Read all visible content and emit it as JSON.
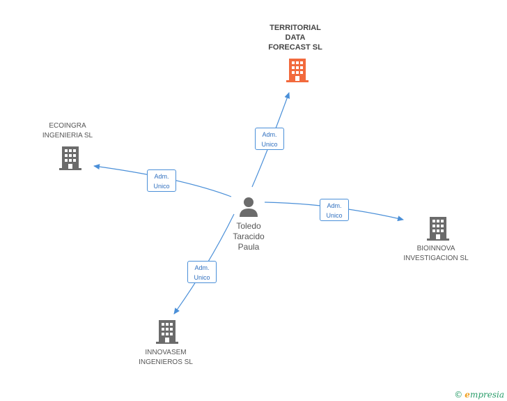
{
  "nodes": {
    "territorial": {
      "label": "TERRITORIAL\nDATA\nFORECAST SL",
      "color": "#f26a3d"
    },
    "ecoingra": {
      "label": "ECOINGRA\nINGENIERIA SL",
      "color": "#6b6b6b"
    },
    "bioinnova": {
      "label": "BIOINNOVA\nINVESTIGACION SL",
      "color": "#6b6b6b"
    },
    "innovasem": {
      "label": "INNOVASEM\nINGENIEROS SL",
      "color": "#6b6b6b"
    },
    "person": {
      "label": "Toledo\nTaracido\nPaula",
      "color": "#6b6b6b"
    }
  },
  "edges": {
    "territorial": "Adm.\nUnico",
    "ecoingra": "Adm.\nUnico",
    "bioinnova": "Adm.\nUnico",
    "innovasem": "Adm.\nUnico"
  },
  "colors": {
    "edge": "#4a8fd8"
  },
  "brand": {
    "copyright": "©",
    "name_initial": "e",
    "name_rest": "mpresia"
  }
}
